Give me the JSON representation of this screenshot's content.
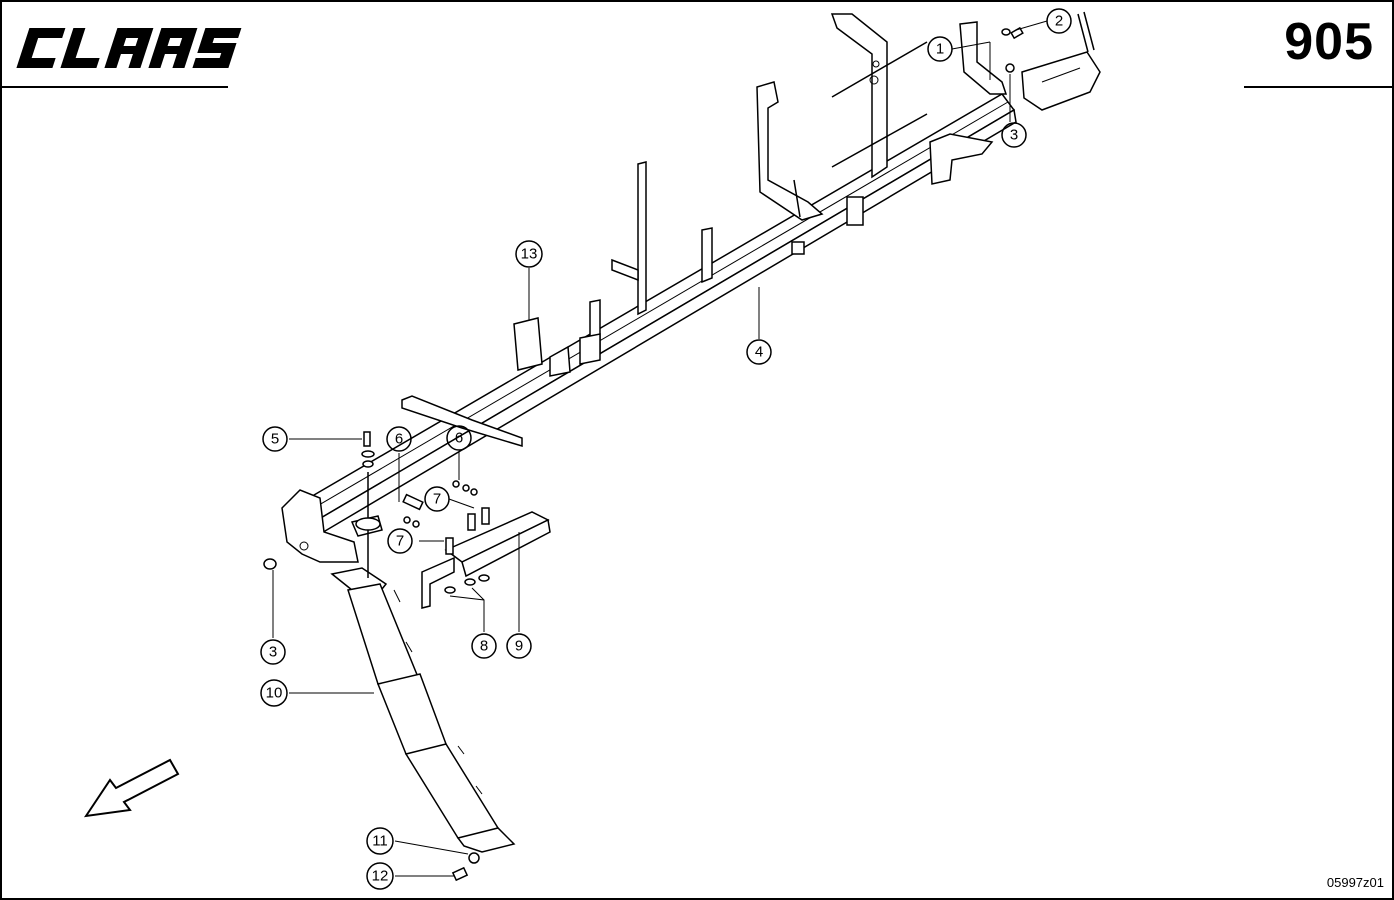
{
  "header": {
    "logo_text": "CLAAS",
    "page_number": "905"
  },
  "footer": {
    "drawing_code": "05997z01"
  },
  "callouts": [
    {
      "id": "1",
      "label": "1"
    },
    {
      "id": "2",
      "label": "2"
    },
    {
      "id": "3a",
      "label": "3"
    },
    {
      "id": "3b",
      "label": "3"
    },
    {
      "id": "4",
      "label": "4"
    },
    {
      "id": "5",
      "label": "5"
    },
    {
      "id": "6a",
      "label": "6"
    },
    {
      "id": "6b",
      "label": "6"
    },
    {
      "id": "7a",
      "label": "7"
    },
    {
      "id": "7b",
      "label": "7"
    },
    {
      "id": "8",
      "label": "8"
    },
    {
      "id": "9",
      "label": "9"
    },
    {
      "id": "10",
      "label": "10"
    },
    {
      "id": "11",
      "label": "11"
    },
    {
      "id": "12",
      "label": "12"
    },
    {
      "id": "13",
      "label": "13"
    }
  ],
  "icons": {
    "direction_arrow": "arrow-down-left-icon"
  }
}
